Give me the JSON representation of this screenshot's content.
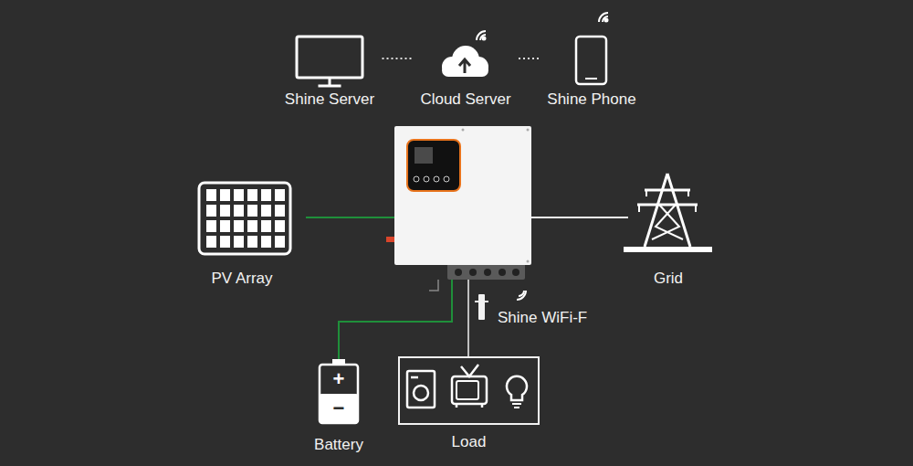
{
  "diagram": {
    "nodes": [
      {
        "text": [
          "Shine Server"
        ]
      },
      {
        "text": [
          "Cloud Server"
        ]
      },
      {
        "text": [
          "Shine Phone"
        ]
      },
      {
        "text": [
          "PV Array"
        ]
      },
      {
        "text": [
          "Grid"
        ]
      },
      {
        "text": [
          "Shine WiFi-F"
        ]
      },
      {
        "text": [
          "Battery"
        ]
      },
      {
        "text": [
          "Load"
        ]
      }
    ],
    "edges": [
      {
        "from": 0,
        "to": 1,
        "arrow": "none"
      },
      {
        "from": 1,
        "to": 2,
        "arrow": "none"
      }
    ],
    "labels": [
      "+",
      "−"
    ]
  }
}
